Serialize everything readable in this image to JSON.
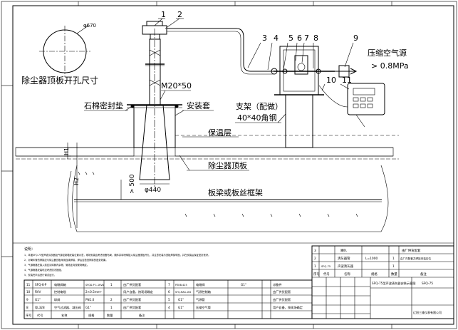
{
  "labels": {
    "hole_title": "除尘器顶板开孔尺寸",
    "hole_dia": "φ670",
    "pressure_label": "压缩空气源",
    "pressure_value": "> 0.8MPa",
    "thread": "M20*50",
    "gasket": "石棉密封垫",
    "sleeve": "安装套",
    "frame": "支架（配做）",
    "angle_steel": "40*40角钢",
    "insulation": "保温层",
    "top_plate": "除尘器顶板",
    "dia_440": "φ440",
    "gt500": "> 500",
    "plate_frame": "板梁或板丝框架",
    "h1": "H1",
    "h2": "H2"
  },
  "balloons": [
    "1",
    "2",
    "3",
    "4",
    "5",
    "6",
    "7",
    "8",
    "9",
    "10",
    "11"
  ],
  "notes": {
    "heading": "说明：",
    "lines": [
      "1、本图SFQ-75型声波清灰器及气源控制箱安装位置示意，现场安装应考虑设备布局，顺序并将喷嘴插入除尘器顶板开孔，并注意安装与顶板焊接牢固，并在安装后保证密封良好。",
      "2、对喇叭管的焊接应与除尘器顶板采用连续焊接，焊后应检查焊接的密封效果。",
      "3、气源管路在接入前应清除管内杂物，管线走向视现场确定。",
      "4、气源管路安装时应考虑防冻措施。",
      "5、安装完毕后进行调试运行。"
    ]
  },
  "parts_table": {
    "rows": [
      {
        "no": "11",
        "code": "SFQ-K-P",
        "name": "电磁阀箱",
        "spec": "SFQD-P 1.1KVA",
        "qty": "1",
        "remark": "由厂供货配套"
      },
      {
        "no": "10",
        "code": "RVV",
        "name": "控制电缆",
        "spec": "2×0.5mm²",
        "qty": "",
        "remark": "用户自备，按现场确定"
      },
      {
        "no": "9",
        "code": "G1\"",
        "name": "球阀",
        "spec": "PN1.0",
        "qty": "2",
        "remark": "由厂供货配套"
      },
      {
        "no": "8",
        "code": "QL328",
        "name": "空气过滤器、减压阀",
        "spec": "G1\"",
        "qty": "1",
        "remark": "由厂供货配套"
      }
    ],
    "rows_right": [
      {
        "no": "7",
        "code": "PZKB-425",
        "name": "电磁阀",
        "spec": "G1\"",
        "remark": "派备件"
      },
      {
        "no": "6",
        "code": "SFQ-MAG-1KS",
        "name": "气源控制箱",
        "spec": "",
        "remark": "由厂供货配套"
      },
      {
        "no": "5",
        "code": "G1\"",
        "name": "气源管",
        "spec": "",
        "remark": "由厂供货配套"
      },
      {
        "no": "4",
        "code": "G1\"",
        "name": "压缩空气管",
        "spec": "",
        "remark": "用户自备，按现场确定"
      }
    ],
    "header": [
      "序号",
      "代号",
      "名称",
      "规格",
      "数量",
      "备注"
    ]
  },
  "title_block": {
    "row3": {
      "no": "3",
      "name": "喇叭",
      "remark": "由厂供货配套"
    },
    "row2": {
      "no": "2",
      "name": "清灰器管",
      "spec": "L=1000",
      "qty": "1",
      "remark": "由厂内配套并焊接安装定位"
    },
    "row1": {
      "no": "1",
      "code": "SFQ-75",
      "name": "声波清灰器",
      "qty": "1"
    },
    "header": [
      "序号",
      "代号",
      "名称",
      "规格",
      "数量",
      "备注"
    ],
    "drawing_title": "SFQ-75型声波清灰器安装示意图",
    "drawing_no": "SFQ-75",
    "company": "辽阳三维仪表有限公司"
  }
}
